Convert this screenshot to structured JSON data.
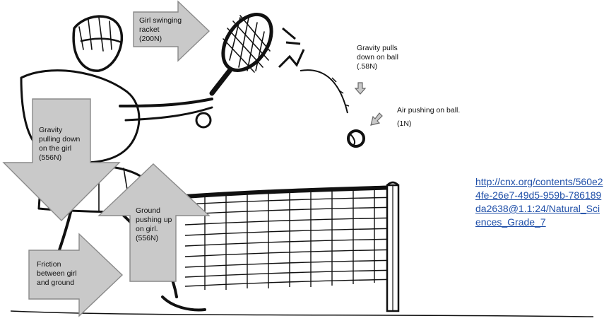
{
  "labels": {
    "racket": "Girl swinging\nracket\n(200N)",
    "gravity_ball": "Gravity pulls\ndown on ball\n(.58N)",
    "air": "Air pushing on ball.",
    "air_value": "(1N)",
    "gravity_girl": "Gravity\npulling down\non the girl\n(556N)",
    "ground": "Ground\npushing up\non girl.\n(556N)",
    "friction": "Friction\nbetween girl\nand ground"
  },
  "source_link": "http://cnx.org/contents/560e24fe-26e7-49d5-959b-786189da2638@1.1:24/Natural_Sciences_Grade_7",
  "colors": {
    "arrow_fill": "#c9c9c9",
    "arrow_stroke": "#8a8a8a",
    "ink": "#111111",
    "link": "#1f4fa8"
  },
  "icons": {
    "drawing": "tennis-player-drawing",
    "net": "tennis-net",
    "ball": "tennis-ball"
  }
}
